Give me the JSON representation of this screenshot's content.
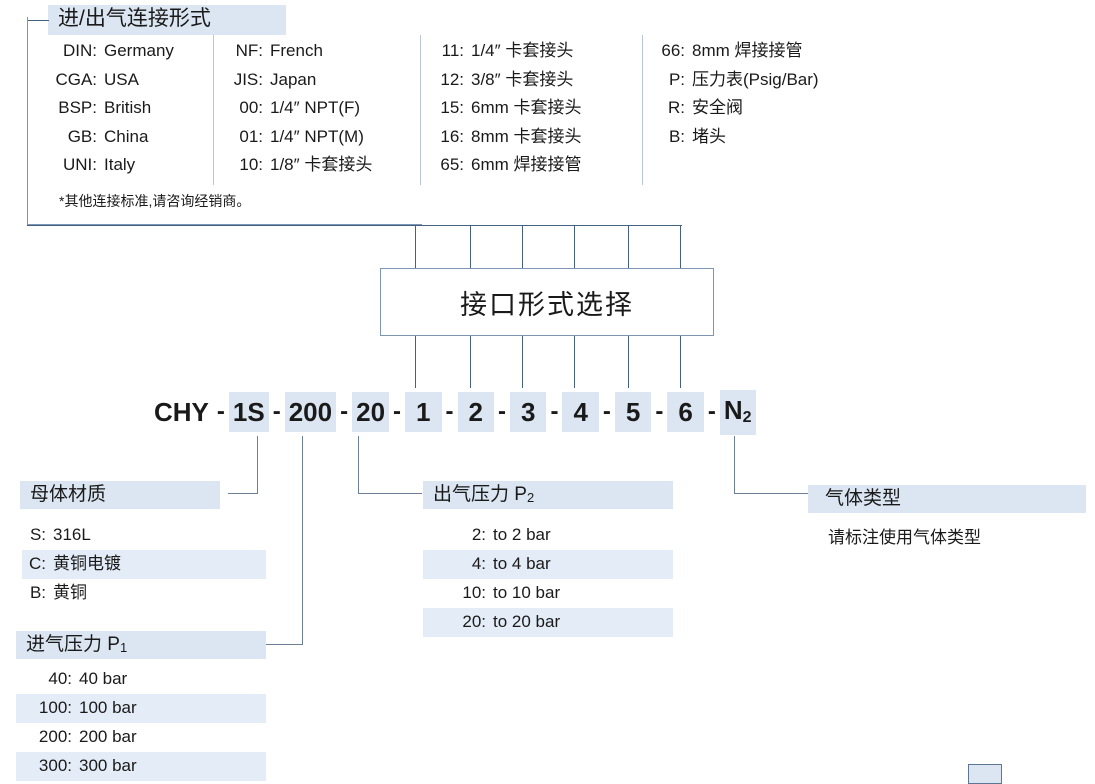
{
  "connection_panel": {
    "title": "进/出气连接形式",
    "footnote": "*其他连接标准,请咨询经销商。",
    "columns": [
      {
        "items": [
          {
            "key": "DIN:",
            "value": "Germany"
          },
          {
            "key": "CGA:",
            "value": "USA"
          },
          {
            "key": "BSP:",
            "value": "British"
          },
          {
            "key": "GB:",
            "value": "China"
          },
          {
            "key": "UNI:",
            "value": "Italy"
          }
        ]
      },
      {
        "items": [
          {
            "key": "NF:",
            "value": "French"
          },
          {
            "key": "JIS:",
            "value": "Japan"
          },
          {
            "key": "00:",
            "value": "1/4″ NPT(F)"
          },
          {
            "key": "01:",
            "value": "1/4″ NPT(M)"
          },
          {
            "key": "10:",
            "value": "1/8″  卡套接头"
          }
        ]
      },
      {
        "items": [
          {
            "key": "11:",
            "value": "1/4″  卡套接头"
          },
          {
            "key": "12:",
            "value": "3/8″  卡套接头"
          },
          {
            "key": "15:",
            "value": "6mm 卡套接头"
          },
          {
            "key": "16:",
            "value": "8mm 卡套接头"
          },
          {
            "key": "65:",
            "value": "6mm 焊接接管"
          }
        ]
      },
      {
        "items": [
          {
            "key": "66:",
            "value": "8mm 焊接接管"
          },
          {
            "key": "P:",
            "value": "压力表(Psig/Bar)"
          },
          {
            "key": "R:",
            "value": "安全阀"
          },
          {
            "key": "B:",
            "value": "堵头"
          }
        ]
      }
    ]
  },
  "center_box": {
    "label": "接口形式选择"
  },
  "part_code": {
    "segments": [
      {
        "text": "CHY",
        "boxed": false
      },
      {
        "text": "1S",
        "boxed": true
      },
      {
        "text": "200",
        "boxed": true
      },
      {
        "text": "20",
        "boxed": true
      },
      {
        "text": "1",
        "boxed": true
      },
      {
        "text": "2",
        "boxed": true
      },
      {
        "text": "3",
        "boxed": true
      },
      {
        "text": "4",
        "boxed": true
      },
      {
        "text": "5",
        "boxed": true
      },
      {
        "text": "6",
        "boxed": true
      },
      {
        "text": "N",
        "sub": "2",
        "boxed": true
      }
    ],
    "separator": "-"
  },
  "body_material": {
    "title": "母体材质",
    "items": [
      {
        "key": "S:",
        "value": "316L",
        "shaded": false
      },
      {
        "key": "C:",
        "value": "黄铜电镀",
        "shaded": true
      },
      {
        "key": "B:",
        "value": "黄铜",
        "shaded": false
      }
    ]
  },
  "inlet_pressure": {
    "title": "进气压力 P",
    "title_sub": "1",
    "items": [
      {
        "key": "40:",
        "value": "40 bar",
        "shaded": false
      },
      {
        "key": "100:",
        "value": "100 bar",
        "shaded": true
      },
      {
        "key": "200:",
        "value": "200 bar",
        "shaded": false
      },
      {
        "key": "300:",
        "value": "300 bar",
        "shaded": true
      }
    ]
  },
  "outlet_pressure": {
    "title": "出气压力 P",
    "title_sub": "2",
    "items": [
      {
        "key": "2:",
        "value": "to 2 bar",
        "shaded": false
      },
      {
        "key": "4:",
        "value": "to 4 bar",
        "shaded": true
      },
      {
        "key": "10:",
        "value": "to 10 bar",
        "shaded": false
      },
      {
        "key": "20:",
        "value": "to 20 bar",
        "shaded": true
      }
    ]
  },
  "gas_type": {
    "title": "气体类型",
    "note": "请标注使用气体类型"
  },
  "colors": {
    "highlight": "#dce6f2",
    "row_shade": "#e4ecf7",
    "line": "#44617f",
    "frame": "#7c96b3",
    "text": "#1a1a1a"
  }
}
